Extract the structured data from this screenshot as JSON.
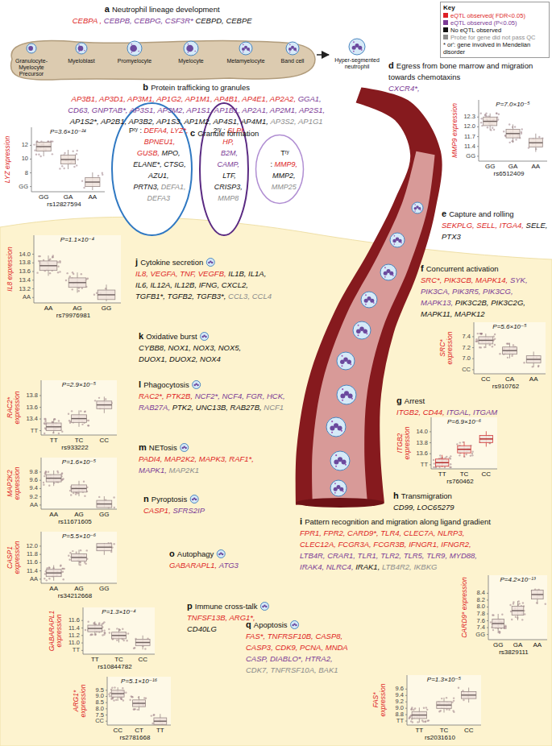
{
  "diagram": {
    "nodes": [
      {
        "text": [
          "Granulocyte-Myelocyte Precursor",
          "Myeloblast",
          "Promyelocyte",
          "Myelocyte",
          "Metamyelocyte",
          "Band cell"
        ]
      },
      {
        "text": [
          "Hyper-segmented neutrophil"
        ]
      },
      {
        "text": [
          "Pʳʸ :",
          "DEFA4, LYZ*,",
          "BPNEU1, GUSB,",
          "MPO,",
          "ELANE*, CTSG, AZU1,",
          "PRTN3,",
          "DEFA1, DEFA3"
        ]
      },
      {
        "text": [
          "2ʳʸ :",
          "SLPI, HP,",
          "B2M, CAMP,",
          "LTF, CRISP3,",
          "MMP8"
        ]
      },
      {
        "text": [
          "Tʳʸ :",
          "MMP9,",
          "MMP2,",
          "MMP25"
        ]
      },
      {
        "text": [
          "LYZ expression",
          "P=3.6×10⁻²⁴",
          "12",
          "10",
          "8",
          "GG",
          "GA",
          "AA",
          "rs12827594"
        ]
      },
      {
        "text": [
          "MMP9 expression",
          "P=7.0×10⁻⁵",
          "12.3",
          "12.0",
          "11.7",
          "11.4",
          "GG",
          "GA",
          "AA",
          "rs6512409"
        ]
      },
      {
        "text": [
          "IL8 expression",
          "P=1.1×10⁻⁴",
          "14.0",
          "13.8",
          "13.6",
          "13.4",
          "13.2",
          "AA",
          "AG",
          "GG",
          "rs79976981"
        ]
      },
      {
        "text": [
          "SRC* expression",
          "P=5.6×10⁻⁵",
          "7.4",
          "7.2",
          "7.0",
          "CC",
          "CA",
          "AA",
          "rs910762"
        ]
      },
      {
        "text": [
          "ITGB2 expression",
          "P=6.9×10⁻⁶",
          "14.0",
          "13.8",
          "13.6",
          "TT",
          "TC",
          "CC",
          "rs760462"
        ]
      },
      {
        "text": [
          "RAC2* expression",
          "P=2.9×10⁻⁵",
          "13.8",
          "13.6",
          "13.4",
          "TT",
          "TC",
          "CC",
          "rs933222"
        ]
      },
      {
        "text": [
          "MAP2K2 expression",
          "P=1.6×10⁻⁵",
          "9.8",
          "9.6",
          "9.4",
          "9.2",
          "AA",
          "AG",
          "GG",
          "rs11671605"
        ]
      },
      {
        "text": [
          "CASP1 expression",
          "P=5.5×10⁻⁶",
          "12.0",
          "11.8",
          "11.6",
          "11.4",
          "AA",
          "AG",
          "GG",
          "rs34212668"
        ]
      },
      {
        "text": [
          "GABARAPL1 expression",
          "P=1.3×10⁻⁴",
          "11.6",
          "11.4",
          "11.2",
          "11.0",
          "TT",
          "TC",
          "CC",
          "rs10844782"
        ]
      },
      {
        "text": [
          "ARG1* expression",
          "P=5.1×10⁻¹⁶",
          "9.5",
          "9.0",
          "8.5",
          "8.0",
          "7.5",
          "CC",
          "CT",
          "TT",
          "rs2781668"
        ]
      },
      {
        "text": [
          "CARD9* expression",
          "P=4.2×10⁻¹³",
          "8.4",
          "8.2",
          "8.0",
          "7.8",
          "7.6",
          "7.4",
          "GG",
          "GA",
          "AA",
          "rs3829111"
        ]
      },
      {
        "text": [
          "FAS* expression",
          "P=1.3×10⁻⁵",
          "9.6",
          "9.4",
          "9.2",
          "9.0",
          "8.8",
          "TT",
          "TC",
          "CC",
          "rs2031610"
        ]
      }
    ],
    "edges": [
      {
        "from": 0,
        "to": 1,
        "arrow": "to"
      }
    ],
    "labels": [
      "a",
      "Neutrophil lineage development",
      "CEBPA ,",
      "CEBPB, CEBPG, CSF3R*",
      "CEBPD, CEBPE",
      "Key",
      "b",
      "Protein trafficking to granules",
      "AP3B1, AP3D1, AP3M1, AP1G2, AP1M1, AP4B1, AP4E1, AP2A2,",
      "GGA1,",
      "CD63, GNPTAB*, AP3S1, AP3M2, AP1S1, AP1B1, AP2A1, AP2M1, AP2S1,",
      "AP1S2*, AP2B1, AP3B2, AP1S3, AP1M2, AP4S1, AP4M1,",
      "AP3S2, AP1G1",
      "c",
      "Granule formation",
      "d",
      "Egress from bone marrow and migration towards chemotaxins",
      "CXCR4*,",
      "e",
      "Capture and rolling",
      "SEKPLG, SELL, ITGA4,",
      "SELE, PTX3",
      "f",
      "Concurrent activation",
      "SRC*, PIK3CB, MAPK14,",
      "SYK, PIK3CA, PIK3R5,",
      "PIK3CG, MAPK13,",
      "PIK3C2B, PIK3C2G, MAPK11,",
      "MAPK12",
      "g",
      "Arrest",
      "ITGB2, CD44,",
      "ITGAL, ITGAM",
      "h",
      "Transmigration",
      "CD99, LOC65279",
      "i",
      "Pattern recognition and migration along ligand gradient",
      "FPR1, FPR2, CARD9*, TLR4, CLEC7A, NLRP3,",
      "CLEC12A, FCGR3A, FCGR3B, IFNGR1, IFNGR2,",
      "LTB4R, CRAR1, TLR1, TLR2, TLR5, TLR9, MYD88,",
      "IRAK4, NLRC4,",
      "IRAK1,",
      "LTB4R2, IKBKG",
      "j",
      "Cytokine secretion",
      "IL8, VEGFA, TNF, VEGFB,",
      "IL1B, IL1A,",
      "IL6, IL12A, IL12B, IFNG, CXCL2,",
      "TGFB1*, TGFB2, TGFB3*,",
      "CCL3, CCL4",
      "k",
      "Oxidative burst",
      "CYBB8, NOX1, NOX3, NOX5,",
      "DUOX1, DUOX2, NOX4",
      "l",
      "Phagocytosis",
      "RAC2*, PTK2B,",
      "NCF2*, NCF4, FGR, HCK,",
      "RAB27A,",
      "PTK2, UNC13B, RAB27B,",
      "NCF1",
      "m",
      "NETosis",
      "PADI4, MAP2K2, MAPK3, RAF1*,",
      "MAPK1,",
      "MAP2K1",
      "n",
      "Pyroptosis",
      "CASP1,",
      "SFRS2IP",
      "o",
      "Autophagy",
      "GABARAPL1,",
      "ATG3",
      "p",
      "Immune cross-talk",
      "TNFSF13B, ARG1*,",
      "CD40LG",
      "q",
      "Apoptosis",
      "FAS*, TNFRSF10B, CASP8,",
      "CASP3, CDK9, PCNA, MNDA",
      "CASP,",
      "DIABLO*, HTRA2,",
      "CDK7, TNFRSF10A, BAK1"
    ],
    "legend": [
      {
        "text": "eQTL observed( FDR<0.05)",
        "color": "#dd1f26"
      },
      {
        "text": "eQTL observed (P<0.05)",
        "color": "#7b3a96"
      },
      {
        "text": "No eQTL observed",
        "color": "#111111"
      },
      {
        "text": "Probe for gene did not pass QC",
        "color": "#8c8c8c"
      },
      {
        "text": "* or': gene involved in Mendelian disorder"
      }
    ]
  }
}
